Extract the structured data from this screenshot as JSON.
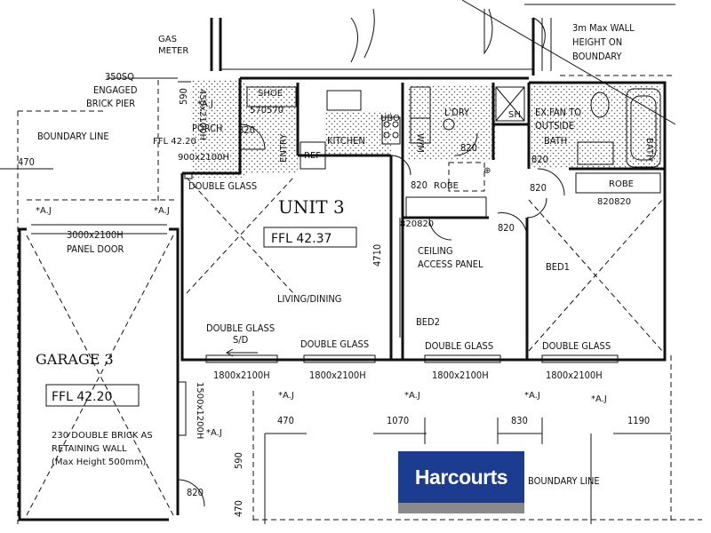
{
  "labels": {
    "unit": "UNIT 3",
    "ffl_unit": "FFL 42.37",
    "garage": "GARAGE 3",
    "ffl_garage": "FFL 42.20",
    "ffl_porch": "FFL\n42.20",
    "living": "LIVING/DINING",
    "kitchen": "KITCHEN",
    "ldry": "L'DRY",
    "bath": "BATH",
    "bath_tub": "BATH",
    "bed1": "BED1",
    "bed2": "BED2",
    "porch": "PORCH",
    "entry": "ENTRY",
    "ref": "REF",
    "shoe": "SHOE",
    "robe1": "ROBE",
    "robe2": "ROBE",
    "ubo": "UBO",
    "wm": "W/M",
    "sh": "SH",
    "ceiling1": "CEILING",
    "ceiling2": "ACCESS PANEL",
    "exfan1": "EX.FAN TO",
    "exfan2": "OUTSIDE",
    "gas1": "GAS",
    "gas2": "METER",
    "pier1": "350SQ",
    "pier2": "ENGAGED",
    "pier3": "BRICK PIER",
    "boundary_left": "BOUNDARY LINE",
    "boundary_bottom": "BOUNDARY LINE",
    "wallheight1": "3m Max WALL",
    "wallheight2": "HEIGHT ON",
    "wallheight3": "BOUNDARY",
    "panel_door1": "3000x2100H",
    "panel_door2": "PANEL DOOR",
    "retain1": "230 DOUBLE BRICK AS",
    "retain2": "RETAINING WALL",
    "retain3": "(Max Height 500mm)",
    "double_glass_top": "DOUBLE GLASS",
    "double_glass_sd": "DOUBLE GLASS",
    "sd": "S/D",
    "double_glass_living": "DOUBLE GLASS",
    "double_glass_bed2": "DOUBLE GLASS",
    "double_glass_bed1": "DOUBLE GLASS",
    "win1": "1800x2100H",
    "win2": "1800x2100H",
    "win3": "1800x2100H",
    "win4": "1800x2100H",
    "win_garage": "1500x1200H",
    "door_porch": "900x2100H",
    "door_porch_v": "450x2100H",
    "shoe_dim": "570570",
    "robe_dim1": "820820",
    "robe_dim2": "820820",
    "d820_entry": "820",
    "d820_kitchen": "820",
    "d820_ldry": "820",
    "d820_bed2": "820",
    "d820_hall": "820",
    "d820_bed1": "820",
    "d820_bath": "820",
    "d820_garage": "820",
    "dim_4710": "4710",
    "dim_470_a": "470",
    "dim_470_b": "470",
    "dim_470_c": "470",
    "dim_590_a": "590",
    "dim_590_b": "590",
    "dim_1070": "1070",
    "dim_830": "830",
    "dim_1190": "1190",
    "aj": "*A.J"
  },
  "logo": {
    "text": "Harcourts",
    "brand_color": "#1b3c8f"
  }
}
